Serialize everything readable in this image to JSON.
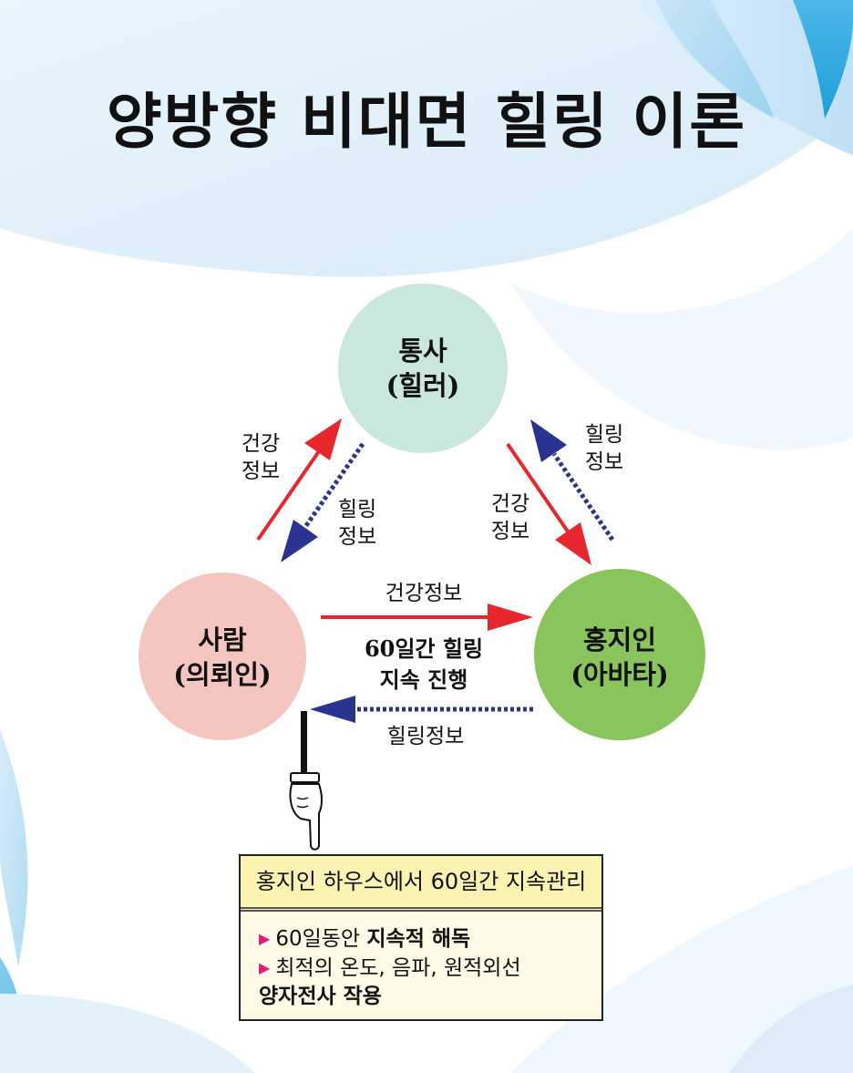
{
  "title": "양방향 비대면 힐링 이론",
  "nodes": {
    "top": {
      "line1": "통사",
      "line2": "(힐러)",
      "color": "#c9e7dd"
    },
    "left": {
      "line1": "사람",
      "line2": "(의뢰인)",
      "color": "#f5c6c0"
    },
    "right": {
      "line1": "홍지인",
      "line2": "(아바타)",
      "color": "#8ac45c"
    }
  },
  "arrows": {
    "left_up": {
      "line1": "건강",
      "line2": "정보",
      "color": "#e8262e"
    },
    "left_down": {
      "line1": "힐링",
      "line2": "정보",
      "color": "#2a3490"
    },
    "right_down": {
      "line1": "건강",
      "line2": "정보",
      "color": "#e8262e"
    },
    "right_up": {
      "line1": "힐링",
      "line2": "정보",
      "color": "#2a3490"
    },
    "bottom_right": {
      "label": "건강정보",
      "color": "#e8262e"
    },
    "bottom_left": {
      "label": "힐링정보",
      "color": "#2a3490"
    }
  },
  "center_note": {
    "line1": "60일간 힐링",
    "line2": "지속 진행"
  },
  "box": {
    "header": "홍지인 하우스에서 60일간 지속관리",
    "item1_normal": "60일동안 ",
    "item1_bold": "지속적 해독",
    "item2_normal": "최적의 온도, 음파, 원적외선",
    "item2_bold": "양자전사 작용",
    "bullet_color": "#e0197d"
  },
  "icons": {
    "pointing_hand": "pointing-hand-icon",
    "bullet": "triangle-bullet-icon"
  }
}
